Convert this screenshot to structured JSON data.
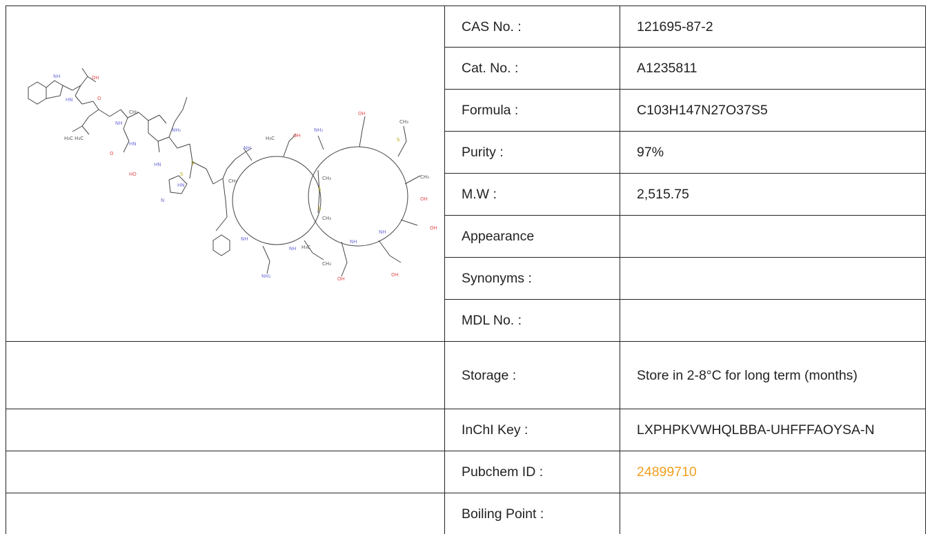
{
  "properties": {
    "cas": {
      "label": "CAS No. :",
      "value": "121695-87-2"
    },
    "cat": {
      "label": "Cat. No. :",
      "value": "A1235811"
    },
    "formula": {
      "label": "Formula :",
      "value": "C103H147N27O37S5"
    },
    "purity": {
      "label": "Purity :",
      "value": "97%"
    },
    "mw": {
      "label": "M.W :",
      "value": "2,515.75"
    },
    "appearance": {
      "label": "Appearance",
      "value": ""
    },
    "synonyms": {
      "label": "Synonyms :",
      "value": ""
    },
    "mdl": {
      "label": "MDL No. :",
      "value": ""
    },
    "storage": {
      "label": "Storage :",
      "value": "Store in 2-8°C for long term (months)"
    },
    "inchi": {
      "label": "InChI Key :",
      "value": "LXPHPKVWHQLBBA-UHFFFAOYSA-N"
    },
    "pubchem": {
      "label": "Pubchem ID :",
      "value": "24899710"
    },
    "boiling": {
      "label": "Boiling Point :",
      "value": ""
    }
  },
  "structure_image": {
    "description_icon": "molecule-structure-icon",
    "atom_labels": [
      "NH",
      "OH",
      "O",
      "HN",
      "NH₂",
      "N",
      "S",
      "CH₃",
      "H₃C"
    ]
  },
  "colors": {
    "link": "#f0a01e",
    "nitrogen": "#6f6fd8",
    "oxygen": "#e05050",
    "sulfur": "#b9a400",
    "border": "#222222"
  }
}
